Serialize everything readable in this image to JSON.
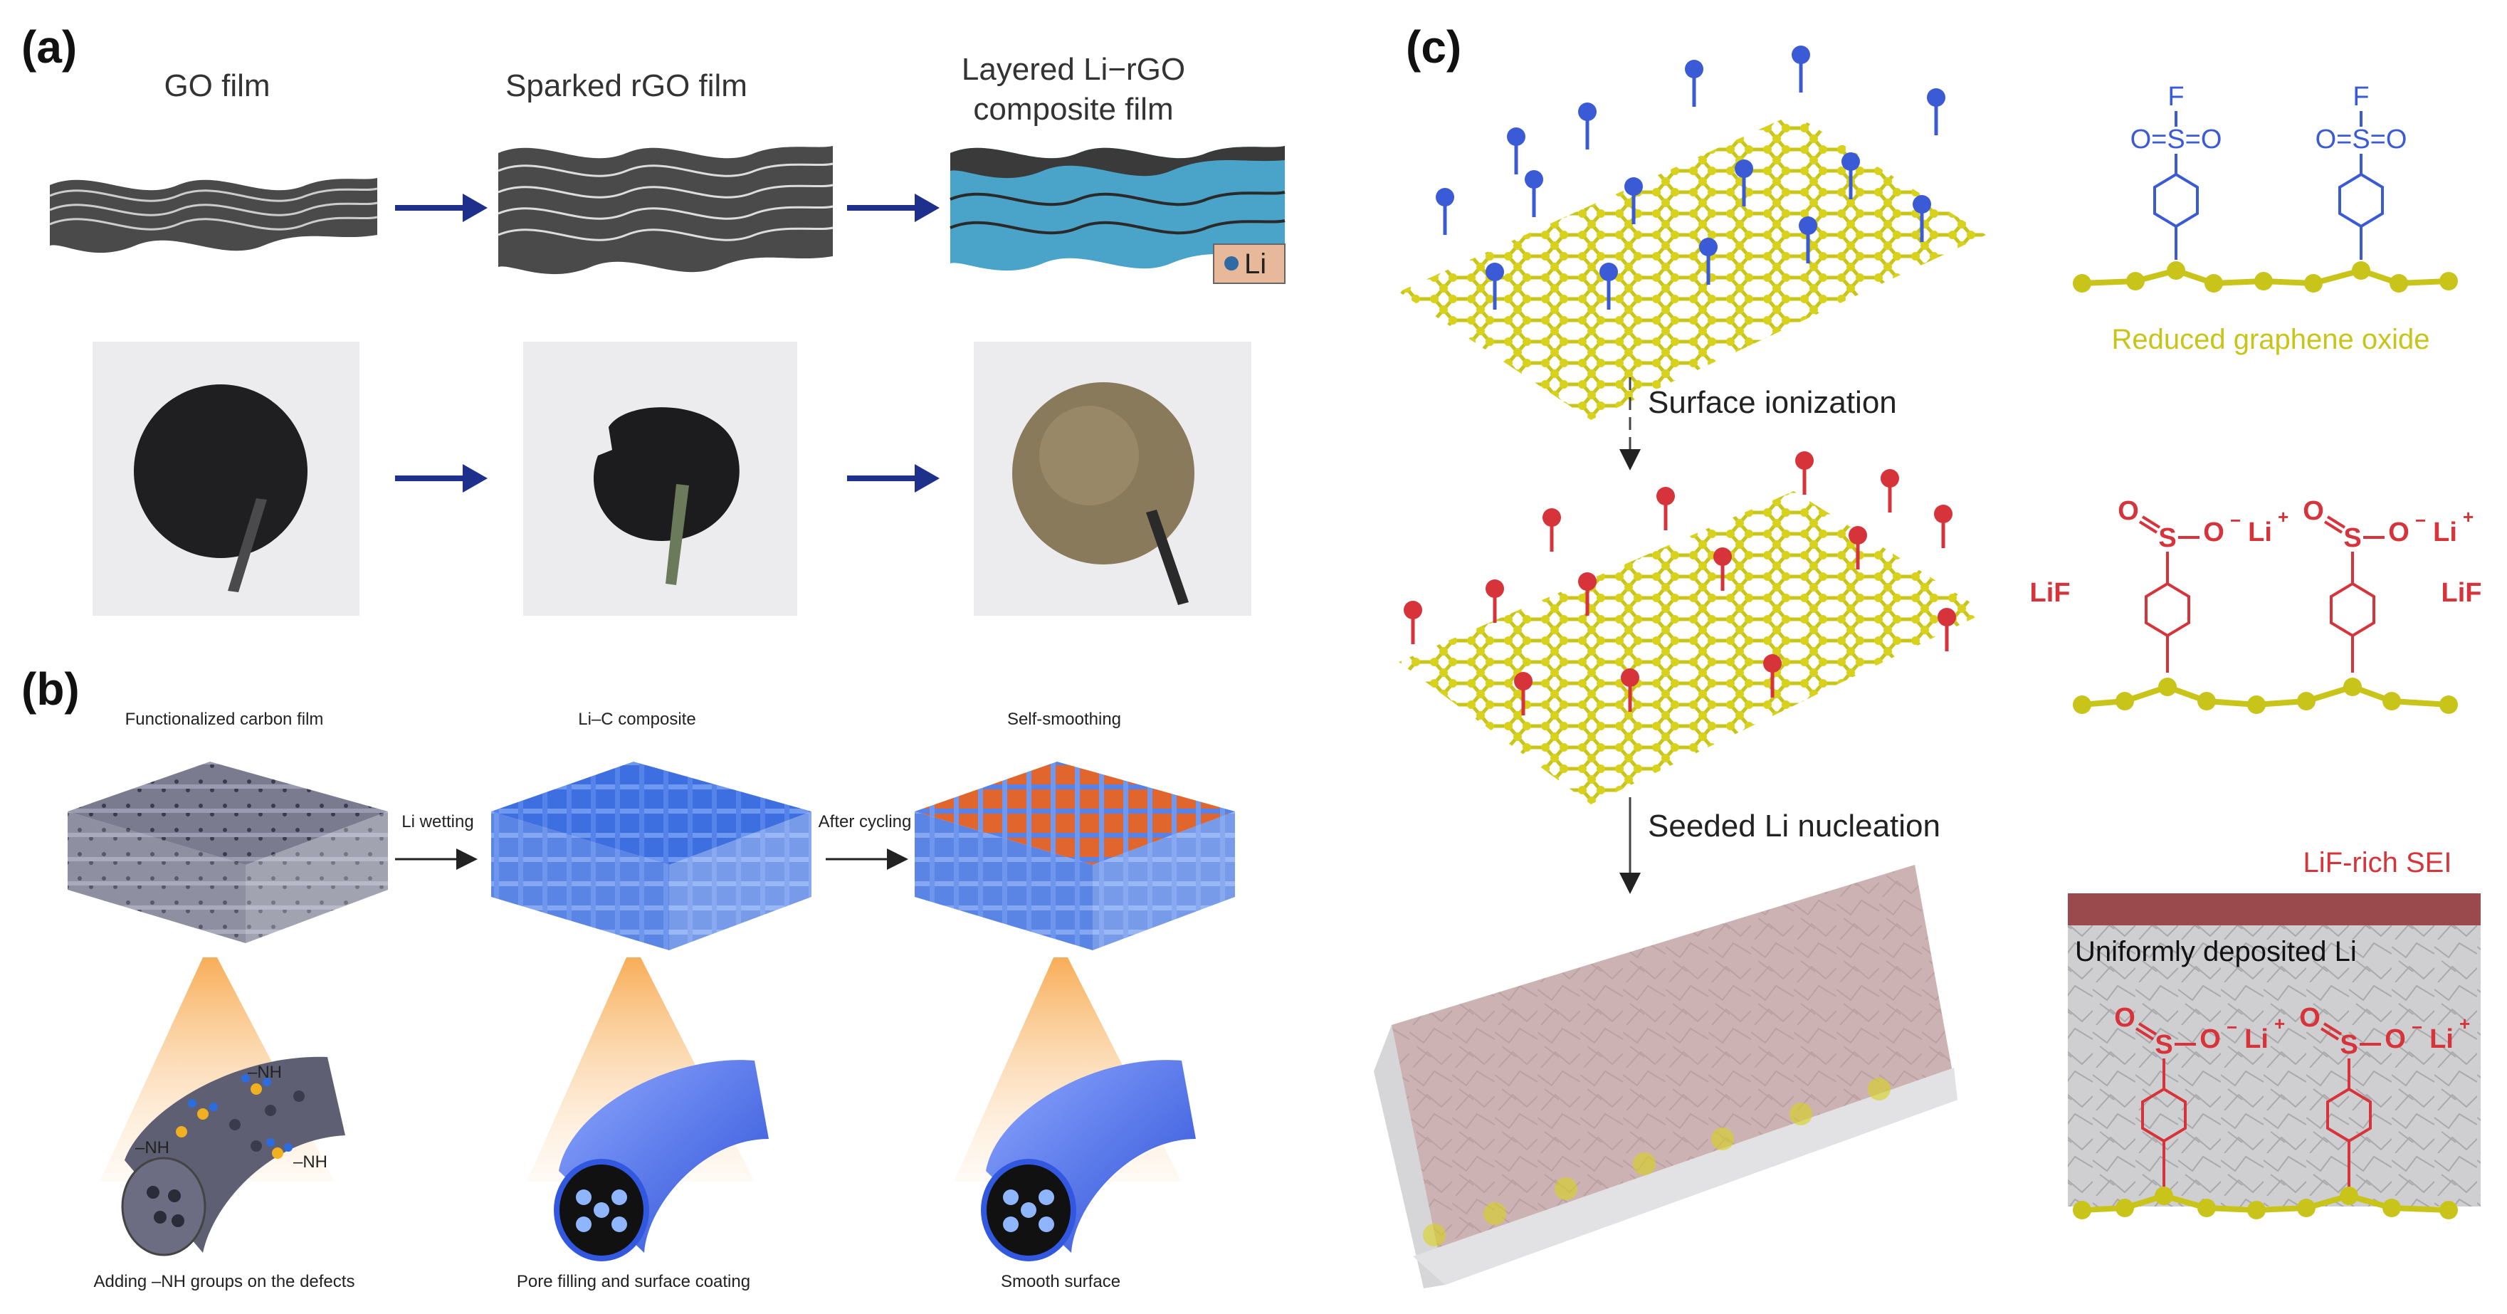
{
  "panel_a": {
    "label": "(a)",
    "steps": [
      {
        "title": "GO film"
      },
      {
        "title": "Sparked rGO film"
      },
      {
        "title_line1": "Layered Li−rGO",
        "title_line2": "composite film"
      }
    ],
    "legend_li": "Li"
  },
  "panel_b": {
    "label": "(b)",
    "titles": [
      "Functionalized carbon film",
      "Li–C composite",
      "Self-smoothing"
    ],
    "arrows": [
      "Li wetting",
      "After cycling"
    ],
    "groups": [
      "–NH",
      "–NH",
      "–NH"
    ],
    "captions": [
      "Adding –NH groups on the defects",
      "Pore filling and surface coating",
      "Smooth surface"
    ]
  },
  "panel_c": {
    "label": "(c)",
    "step1": "Surface ionization",
    "step2": "Seeded Li nucleation",
    "fluoro_atom": "F",
    "sulfonyl": "O=S=O",
    "rgo_label": "Reduced graphene oxide",
    "s_atom": "S",
    "o_minus": "O",
    "minus": "−",
    "li": "Li",
    "plus": "+",
    "lif": "LiF",
    "sei": "LiF-rich SEI",
    "deposited": "Uniformly deposited Li"
  },
  "colors": {
    "blue": "#3b5bd6",
    "red": "#d6343a",
    "yellow": "#c9c41a",
    "arrow": "#1f2f8c"
  }
}
